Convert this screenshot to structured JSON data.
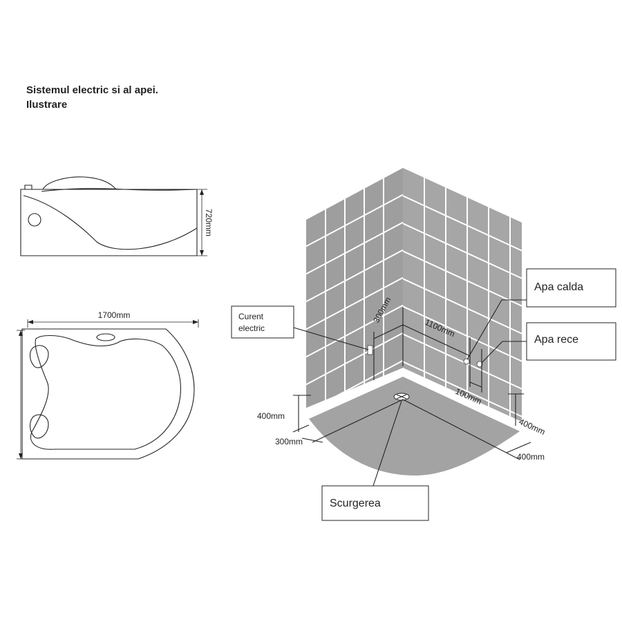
{
  "title": {
    "line1": "Sistemul electric si al apei.",
    "line2": "Ilustrare"
  },
  "dimensions": {
    "height": "720mm",
    "length": "1700mm",
    "socket_spacing": "300mm",
    "pipe_spacing": "1100mm",
    "pipe_gap": "100mm",
    "left_height": "400mm",
    "left_offset": "300mm",
    "right_height": "400mm",
    "right_offset": "400mm"
  },
  "callouts": {
    "electric_line1": "Curent",
    "electric_line2": "electric",
    "hot_water": "Apa calda",
    "cold_water": "Apa rece",
    "drain": "Scurgerea"
  },
  "colors": {
    "wall": "#9e9e9e",
    "floor": "#a3a3a3",
    "line": "#222222"
  }
}
